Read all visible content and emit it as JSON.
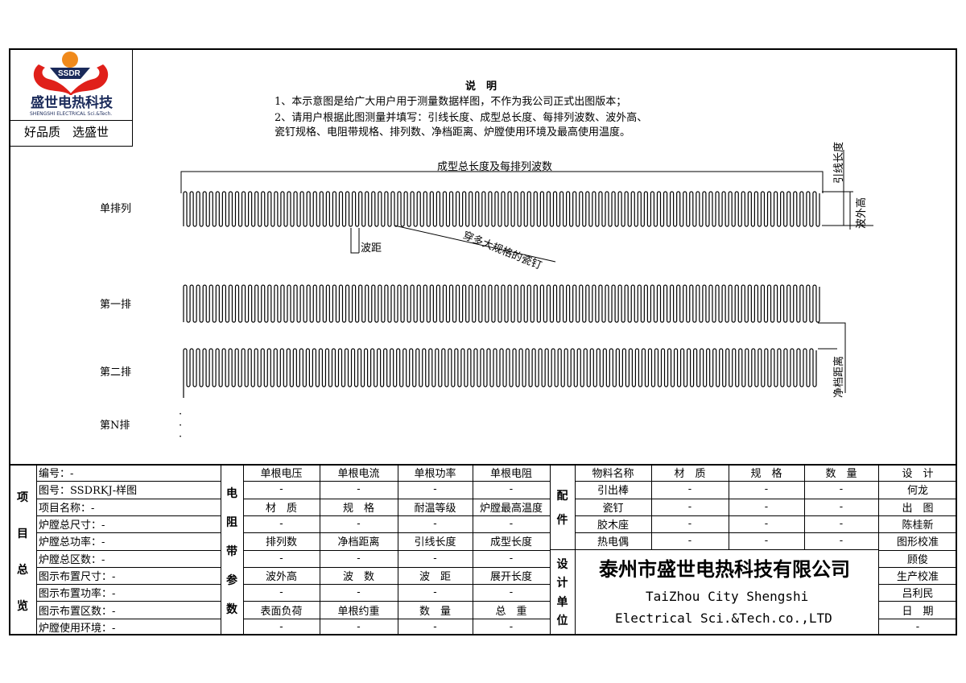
{
  "logo": {
    "brand_text": "SSDR",
    "company_cn": "盛世电热科技",
    "company_en": "SHENGSHI ELECTRICAL Sci.&Tech.",
    "slogan": "好品质　选盛世"
  },
  "notes": {
    "title": "说　明",
    "line1": "1、本示意图是给广大用户用于测量数据样图，不作为我公司正式出图版本；",
    "line2": "2、请用户根据此图测量并填写：引线长度、成型总长度、每排列波数、波外高、",
    "line3": "瓷钉规格、电阻带规格、排列数、净档距离、炉膛使用环境及最高使用温度。"
  },
  "diagram": {
    "total_length_label": "成型总长度及每排列波数",
    "lead_length_label": "引线长度",
    "wave_height_label": "波外高",
    "wave_pitch_label": "波距",
    "porcelain_nail_label": "穿多大规格的瓷钉",
    "clear_distance_label": "净档距离",
    "row_single": "单排列",
    "row_first": "第一排",
    "row_second": "第二排",
    "row_n": "第N排",
    "dots": "·"
  },
  "project": {
    "title_chars": [
      "项",
      "目",
      "总",
      "览"
    ],
    "rows": [
      "编号：-",
      "图号：SSDRKJ-样图",
      "项目名称：-",
      "炉膛总尺寸：-",
      "炉膛总功率：-",
      "炉膛总区数：-",
      "图示布置尺寸：-",
      "图示布置功率：-",
      "图示布置区数：-",
      "炉膛使用环境：-"
    ]
  },
  "resistance": {
    "title_chars": [
      "电",
      "阻",
      "带",
      "参",
      "数"
    ],
    "rows": [
      [
        "单根电压",
        "单根电流",
        "单根功率",
        "单根电阻"
      ],
      [
        "-",
        "-",
        "-",
        "-"
      ],
      [
        "材　质",
        "规　格",
        "耐温等级",
        "炉膛最高温度"
      ],
      [
        "-",
        "-",
        "-",
        "-"
      ],
      [
        "排列数",
        "净档距离",
        "引线长度",
        "成型长度"
      ],
      [
        "-",
        "-",
        "-",
        "-"
      ],
      [
        "波外高",
        "波　数",
        "波　距",
        "展开长度"
      ],
      [
        "-",
        "-",
        "-",
        "-"
      ],
      [
        "表面负荷",
        "单根约重",
        "数　量",
        "总　重"
      ],
      [
        "-",
        "-",
        "-",
        "-"
      ]
    ]
  },
  "parts": {
    "title_chars": [
      "配",
      "件"
    ],
    "header": [
      "物料名称",
      "材　质",
      "规　格",
      "数　量"
    ],
    "rows": [
      [
        "引出棒",
        "-",
        "-",
        "-"
      ],
      [
        "瓷钉",
        "-",
        "-",
        "-"
      ],
      [
        "胶木座",
        "-",
        "-",
        "-"
      ],
      [
        "热电偶",
        "-",
        "-",
        "-"
      ]
    ]
  },
  "design_unit": {
    "title_chars": [
      "设",
      "计",
      "单",
      "位"
    ],
    "company_cn": "泰州市盛世电热科技有限公司",
    "company_en_line1": "TaiZhou City Shengshi",
    "company_en_line2": "Electrical Sci.&Tech.co.,LTD"
  },
  "signoff": [
    "设　计",
    "何龙",
    "出　图",
    "陈桂新",
    "图形校准",
    "顾俊",
    "生产校准",
    "吕利民",
    "日　期",
    "-"
  ],
  "colors": {
    "logo_orange": "#f08a1c",
    "logo_red": "#e0201a",
    "logo_navy": "#1a2a5a"
  }
}
